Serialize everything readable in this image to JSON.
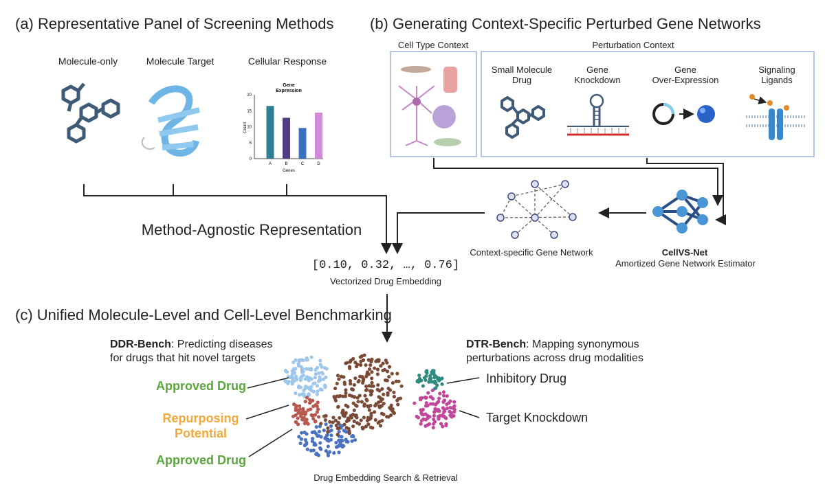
{
  "panel_a": {
    "title": "(a) Representative Panel of Screening Methods",
    "methods": [
      "Molecule-only",
      "Molecule Target",
      "Cellular Response"
    ],
    "mini_chart": {
      "title_line1": "Gene",
      "title_line2": "Expression",
      "ylabel": "Count",
      "xlabel": "Genes",
      "yticks": [
        "20",
        "15",
        "10",
        "5",
        "0"
      ],
      "categories": [
        "A",
        "B",
        "C",
        "D"
      ],
      "values": [
        16.5,
        12.8,
        9.6,
        14.4
      ],
      "colors": [
        "#2e7f93",
        "#4f3b86",
        "#3b6fc2",
        "#d08ad6"
      ]
    }
  },
  "panel_b": {
    "title": "(b) Generating Context-Specific Perturbed Gene Networks",
    "cell_context": "Cell Type Context",
    "perturbation_context": "Perturbation Context",
    "perturbations": [
      {
        "line1": "Small Molecule",
        "line2": "Drug"
      },
      {
        "line1": "Gene",
        "line2": "Knockdown"
      },
      {
        "line1": "Gene",
        "line2": "Over-Expression"
      },
      {
        "line1": "Signaling",
        "line2": "Ligands"
      }
    ],
    "network_label": "Context-specific Gene Network",
    "model_name": "CellVS-Net",
    "model_desc": "Amortized Gene Network Estimator"
  },
  "center": {
    "representation": "Method-Agnostic Representation",
    "embedding": "[0.10, 0.32, …, 0.76]",
    "embedding_label": "Vectorized Drug Embedding"
  },
  "panel_c": {
    "title": "(c) Unified Molecule-Level and Cell-Level Benchmarking",
    "ddr_name": "DDR-Bench",
    "ddr_desc_1": ": Predicting diseases",
    "ddr_desc_2": "for drugs that hit novel targets",
    "dtr_name": "DTR-Bench",
    "dtr_desc_1": ": Mapping synonymous",
    "dtr_desc_2": "perturbations across drug modalities",
    "approved_1": "Approved Drug",
    "repurposing_1": "Repurposing",
    "repurposing_2": "Potential",
    "approved_2": "Approved Drug",
    "inhibitory": "Inhibitory Drug",
    "knockdown": "Target Knockdown",
    "footer": "Drug Embedding Search & Retrieval"
  },
  "colors": {
    "molecule": "#3e5a77",
    "box_border": "#9bb3d3",
    "green": "#5aa63d",
    "orange": "#f0a93a",
    "cluster_lightblue": "#9ec5ea",
    "cluster_red": "#b8574d",
    "cluster_blue": "#4a72c0",
    "cluster_brown": "#7a4a36",
    "cluster_teal": "#2f8a80",
    "cluster_magenta": "#c0479a"
  }
}
